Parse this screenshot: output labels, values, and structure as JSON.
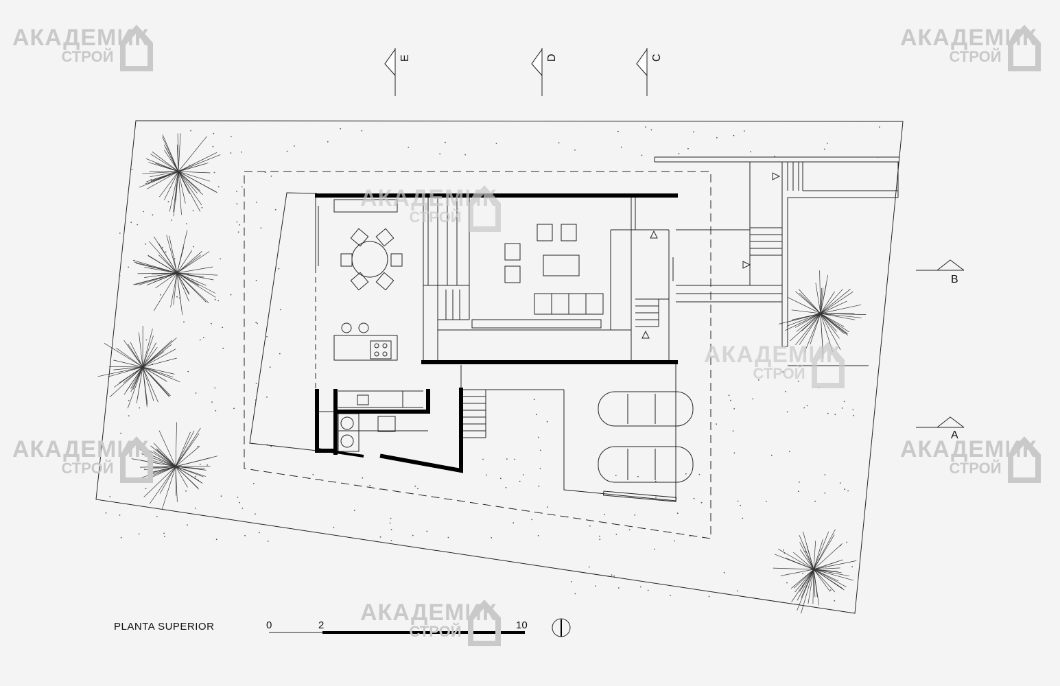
{
  "drawing": {
    "title": "PLANTA SUPERIOR",
    "scale_labels": [
      "0",
      "2",
      "10"
    ]
  },
  "section_markers": {
    "vertical": [
      "E",
      "D",
      "C"
    ],
    "horizontal": [
      "B",
      "A"
    ]
  },
  "watermark": {
    "line1": "АКАДЕМИК",
    "line2": "СТРОЙ"
  },
  "colors": {
    "background": "#f4f4f4",
    "line": "#222222",
    "wall": "#000000",
    "watermark": "#c9c9c9"
  }
}
